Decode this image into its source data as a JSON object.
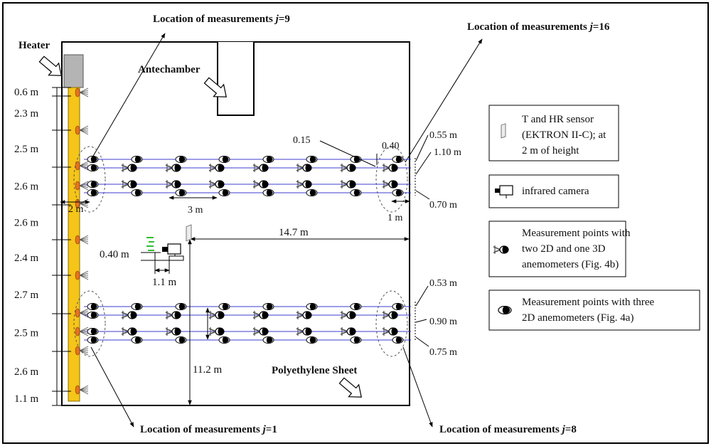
{
  "labels": {
    "heater": "Heater",
    "antechamber": "Antechamber",
    "sheet": "Polyethylene Sheet",
    "loc_prefix": "Location of measurements ",
    "loc_j": "j",
    "loc9": "=9",
    "loc16": "=16",
    "loc1": "=1",
    "loc8": "=8"
  },
  "left_dims": [
    "0.6 m",
    "2.3 m",
    "2.5 m",
    "2.6 m",
    "2.6 m",
    "2.4 m",
    "2.7 m",
    "2.5 m",
    "2.6 m",
    "1.1 m"
  ],
  "dims": {
    "two_m": "2 m",
    "three_m": "3 m",
    "one_m": "1 m",
    "d015": "0.15",
    "d040": "0.40",
    "r055": "0.55 m",
    "r110": "1.10 m",
    "r070": "0.70 m",
    "r053": "0.53 m",
    "r090": "0.90 m",
    "r075": "0.75 m",
    "w147": "14.7 m",
    "h112": "11.2 m",
    "c040": "0.40 m",
    "c11": "1.1 m"
  },
  "legend": {
    "sensor": [
      "T and HR sensor",
      "(EKTRON II-C); at",
      "2 m of height"
    ],
    "camera": [
      "infrared camera"
    ],
    "pts_3d": [
      "Measurement points with",
      "two 2D and one 3D",
      "anemometers (Fig. 4b)"
    ],
    "pts_2d": [
      "Measurement points with three",
      "2D anemometers (Fig. 4a)"
    ]
  },
  "colors": {
    "heater": "#f5c518",
    "nozzle": "#e8731c",
    "line": "#3c3ccf",
    "frame": "#000000"
  }
}
